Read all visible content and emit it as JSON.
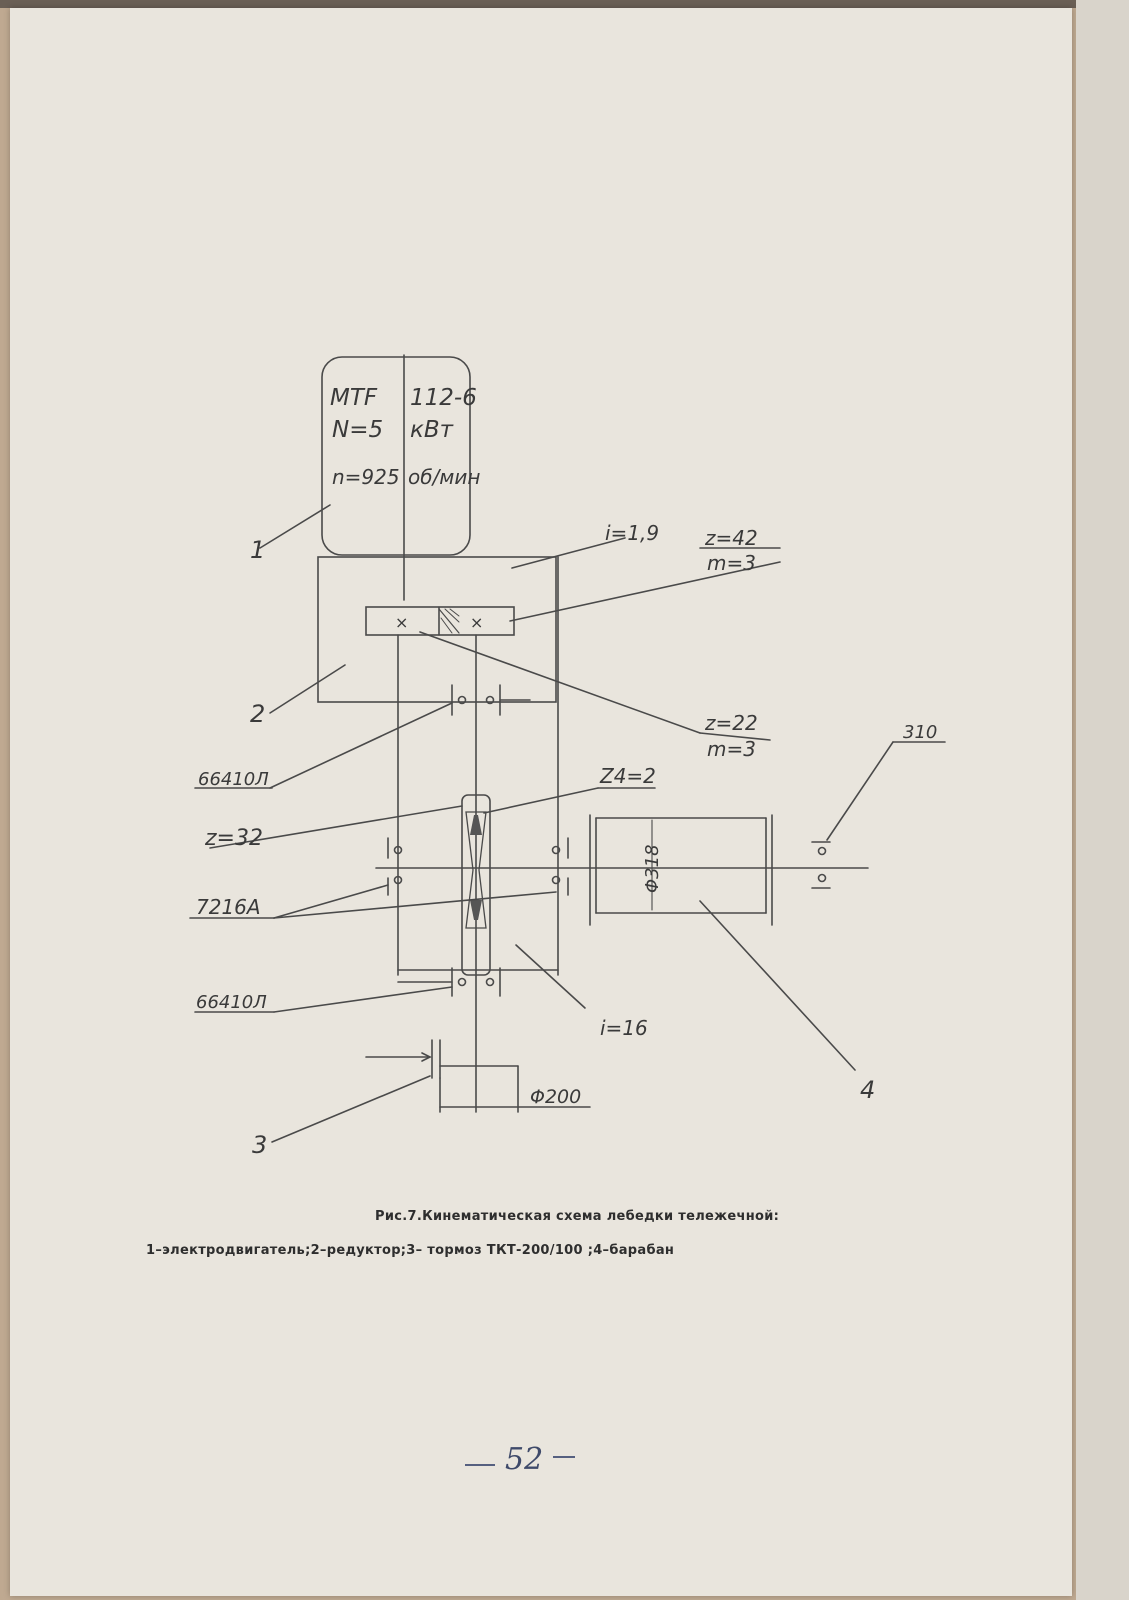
{
  "motor": {
    "model": "MTF",
    "type": "112-6",
    "power": "N=5",
    "power_unit": "кВт",
    "speed": "n=925",
    "speed_unit": "об/мин"
  },
  "labels": {
    "motor_number": "1",
    "reducer_number": "2",
    "brake_number": "3",
    "drum_number": "4",
    "ratio_first_stage": "i=1,9",
    "gear_large_teeth": "z=42",
    "gear_large_module": "m=3",
    "gear_small_teeth": "z=22",
    "gear_small_module": "m=3",
    "bearing_upper": "66410Л",
    "bearing_lower": "66410Л",
    "worm_wheel_teeth": "z=32",
    "worm_starts": "Z4=2",
    "drum_bearing": "7216A",
    "ratio_worm_stage": "i=16",
    "drum_diameter": "Φ318",
    "rope_distance": "310",
    "brake_diameter": "Φ200"
  },
  "caption": {
    "title": "Рис.7.Кинематическая схема лебедки тележечной:",
    "legend": "1–электродвигатель;2–редуктор;3– тормоз ТКТ-200/100 ;4–барабан"
  },
  "page_number": "52"
}
